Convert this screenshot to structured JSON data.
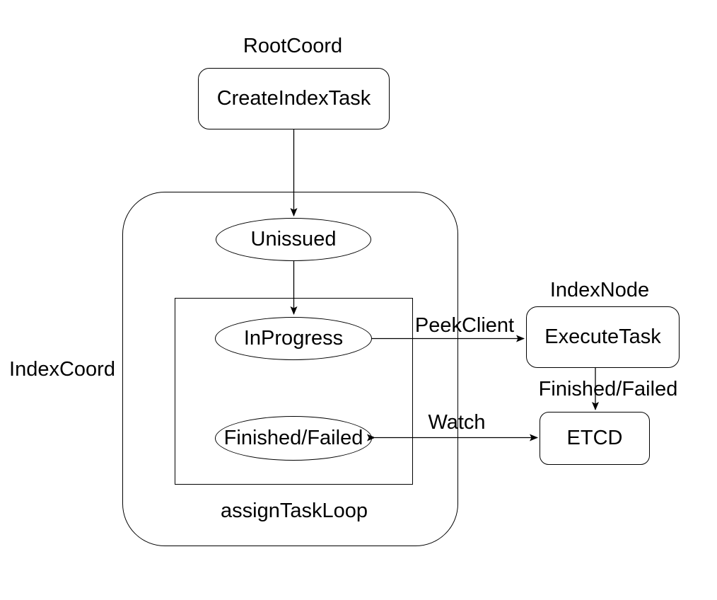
{
  "diagram": {
    "group_labels": {
      "root_coord": "RootCoord",
      "index_coord": "IndexCoord",
      "index_node": "IndexNode",
      "assign_task_loop": "assignTaskLoop"
    },
    "nodes": {
      "create_index_task": "CreateIndexTask",
      "unissued": "Unissued",
      "in_progress": "InProgress",
      "finished_failed": "Finished/Failed",
      "execute_task": "ExecuteTask",
      "etcd": "ETCD"
    },
    "edge_labels": {
      "peek_client": "PeekClient",
      "finished_failed": "Finished/Failed",
      "watch": "Watch"
    },
    "colors": {
      "stroke": "#000000",
      "text": "#000000",
      "background": "#ffffff"
    }
  }
}
